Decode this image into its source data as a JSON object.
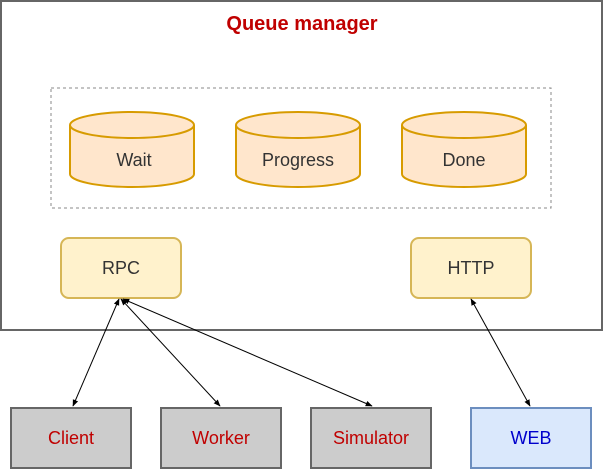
{
  "manager": {
    "title": "Queue manager"
  },
  "queues": [
    {
      "label": "Wait"
    },
    {
      "label": "Progress"
    },
    {
      "label": "Done"
    }
  ],
  "interfaces": [
    {
      "label": "RPC"
    },
    {
      "label": "HTTP"
    }
  ],
  "clients": [
    {
      "label": "Client"
    },
    {
      "label": "Worker"
    },
    {
      "label": "Simulator"
    },
    {
      "label": "WEB"
    }
  ],
  "colors": {
    "title": "#c00000",
    "border": "#666666",
    "cylinder_fill": "#ffe6cc",
    "cylinder_stroke": "#d79b00",
    "interface_fill": "#fff2cc",
    "interface_stroke": "#d6b656",
    "client_fill": "#cccccc",
    "client_text": "#c00000",
    "web_fill": "#dae8fc",
    "web_stroke": "#6c8ebf",
    "web_text": "#0000cc"
  }
}
